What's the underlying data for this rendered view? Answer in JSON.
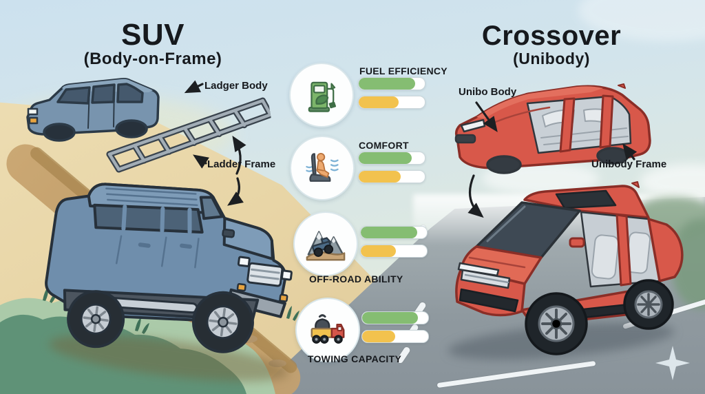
{
  "header": {
    "left": {
      "title": "SUV",
      "subtitle": "(Body-on-Frame)"
    },
    "right": {
      "title": "Crossover",
      "subtitle": "(Unibody)"
    }
  },
  "callouts": {
    "suv_body": "Ladger Body",
    "suv_frame": "Ladder Frame",
    "crossover_body": "Unibo Body",
    "crossover_frame": "Unibody Frame"
  },
  "metrics": [
    {
      "label": "FUEL EFFICIENCY",
      "icon": "fuel-pump-icon",
      "bars": {
        "green": 85,
        "yellow": 60
      }
    },
    {
      "label": "COMFORT",
      "icon": "ventilated-seat-icon",
      "bars": {
        "green": 80,
        "yellow": 64
      }
    },
    {
      "label": "OFF-ROAD ABILITY",
      "icon": "offroad-truck-mountain-icon",
      "bars": {
        "green": 85,
        "yellow": 53
      }
    },
    {
      "label": "TOWING CAPACITY",
      "icon": "tow-truck-weight-icon",
      "bars": {
        "green": 84,
        "yellow": 50
      }
    }
  ],
  "chart_data": {
    "type": "bar",
    "categories": [
      "FUEL EFFICIENCY",
      "COMFORT",
      "OFF-ROAD ABILITY",
      "TOWING CAPACITY"
    ],
    "series": [
      {
        "name": "green bar",
        "color": "#85bd72",
        "values": [
          85,
          80,
          85,
          84
        ]
      },
      {
        "name": "yellow bar",
        "color": "#f2c24e",
        "values": [
          60,
          64,
          53,
          50
        ]
      }
    ],
    "title": "SUV (Body-on-Frame) vs Crossover (Unibody) attribute comparison",
    "xlabel": "",
    "ylabel": "",
    "value_range": [
      0,
      100
    ],
    "legend": "none",
    "grid": false
  },
  "colors": {
    "bar_green": "#85bd72",
    "bar_yellow": "#f2c24e",
    "bar_track": "#ffffff",
    "suv_blue": "#6f8eac",
    "crossover_red": "#d8584a",
    "text": "#16191d",
    "sky": "#cce1ee",
    "dirt": "#e8d5a6",
    "grass": "#5f9277",
    "road": "#8f999f"
  },
  "decorations": {
    "sparkle": "four-point-sparkle"
  }
}
